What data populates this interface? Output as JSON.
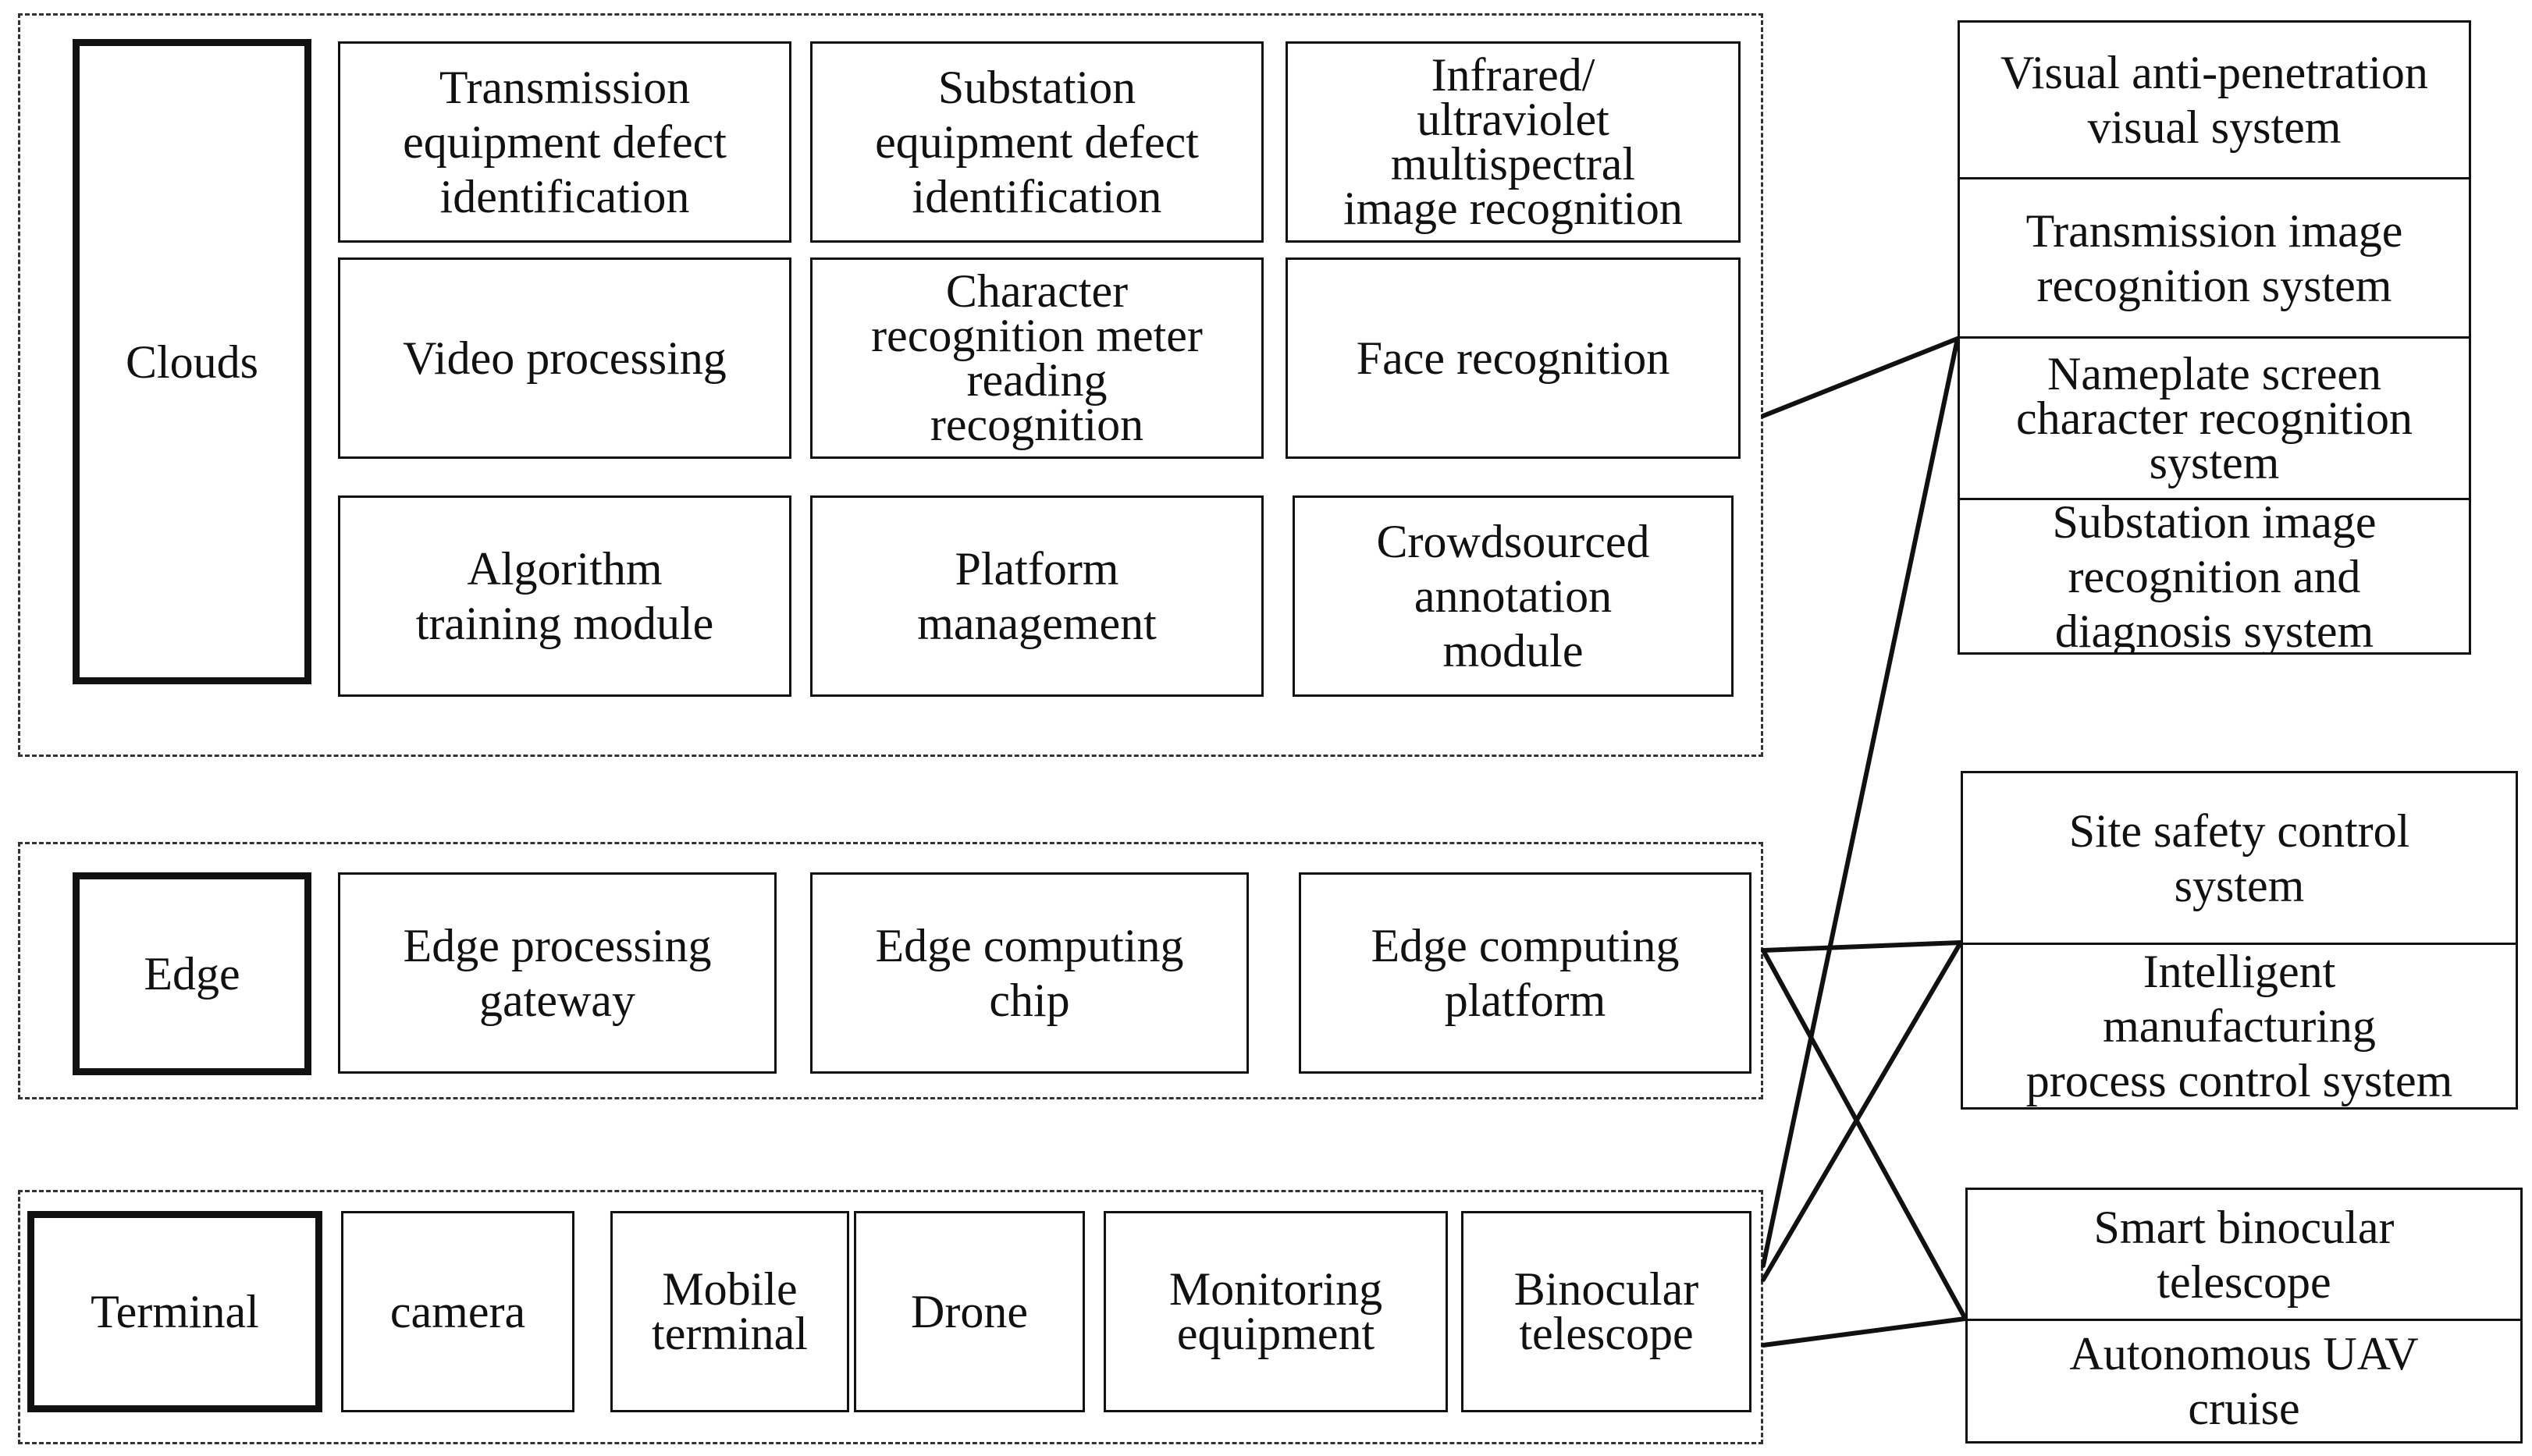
{
  "layers": {
    "clouds": {
      "label": "Clouds",
      "modules": [
        "Transmission\nequipment defect\nidentification",
        "Substation\nequipment defect\nidentification",
        "Infrared/\nultraviolet\nmultispectral\nimage recognition",
        "Video processing",
        "Character\nrecognition meter\nreading\nrecognition",
        "Face recognition",
        "Algorithm\ntraining module",
        "Platform\nmanagement",
        "Crowdsourced\nannotation\nmodule"
      ]
    },
    "edge": {
      "label": "Edge",
      "modules": [
        "Edge processing\ngateway",
        "Edge computing\nchip",
        "Edge computing\nplatform"
      ]
    },
    "terminal": {
      "label": "Terminal",
      "modules": [
        "camera",
        "Mobile\nterminal",
        "Drone",
        "Monitoring\nequipment",
        "Binocular\ntelescope"
      ]
    }
  },
  "applications": {
    "group1": [
      "Visual anti-penetration\nvisual system",
      "Transmission image\nrecognition system",
      "Nameplate screen\ncharacter recognition\nsystem",
      "Substation image\nrecognition and\ndiagnosis system"
    ],
    "group2": [
      "Site safety control\nsystem",
      "Intelligent\nmanufacturing\nprocess control system"
    ],
    "group3": [
      "Smart binocular\ntelescope",
      "Autonomous UAV\ncruise"
    ]
  }
}
